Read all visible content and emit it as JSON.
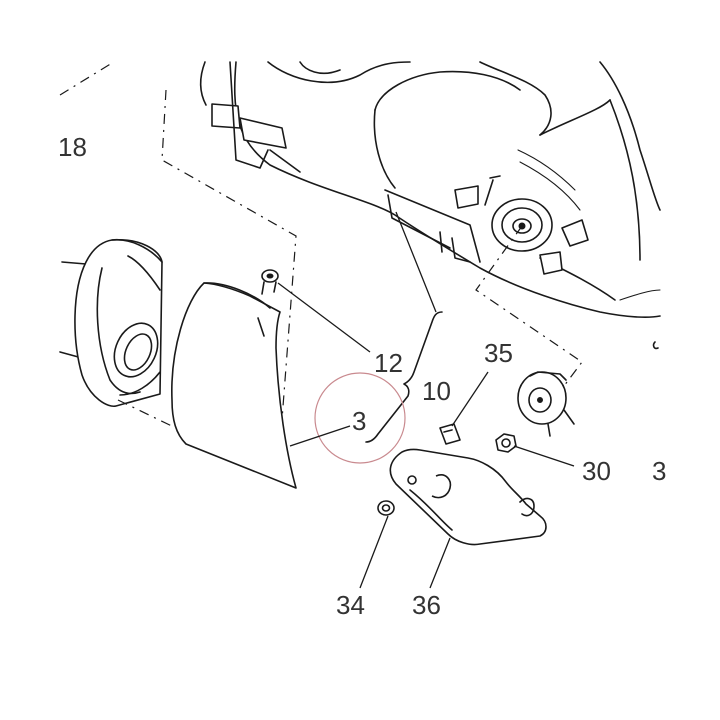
{
  "labels": {
    "p18": "18",
    "p12": "12",
    "p10": "10",
    "p3": "3",
    "p35": "35",
    "p30": "30",
    "p34": "34",
    "p36": "36",
    "p3_edge": "3"
  },
  "colors": {
    "ink": "#1a1a1a",
    "label": "#333333",
    "highlight_circle": "#c98a8f"
  }
}
